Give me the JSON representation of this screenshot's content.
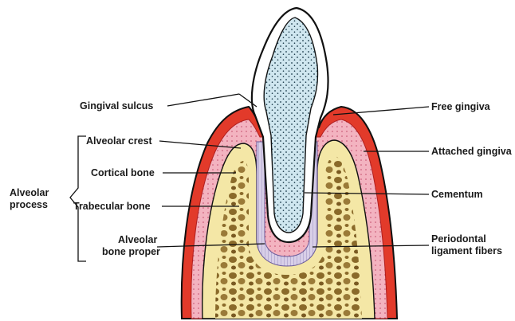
{
  "labels": {
    "gingival_sulcus": "Gingival sulcus",
    "alveolar_crest": "Alveolar crest",
    "cortical_bone": "Cortical bone",
    "trabecular_bone": "Trabecular bone",
    "alveolar_bone_proper_1": "Alveolar",
    "alveolar_bone_proper_2": "bone proper",
    "alveolar_process_1": "Alveolar",
    "alveolar_process_2": "process",
    "free_gingiva": "Free gingiva",
    "attached_gingiva": "Attached gingiva",
    "cementum": "Cementum",
    "periodontal_1": "Periodontal",
    "periodontal_2": "ligament fibers"
  },
  "colors": {
    "gingiva_outer": "#e23a2a",
    "gingiva_pink": "#f2b8c4",
    "bone_fill": "#f4e7a6",
    "trabecular_spot": "#8a6a2a",
    "pdl": "#cfc7e6",
    "tooth_fill": "#cfe6ef",
    "enamel": "#ffffff",
    "outline": "#111111"
  }
}
